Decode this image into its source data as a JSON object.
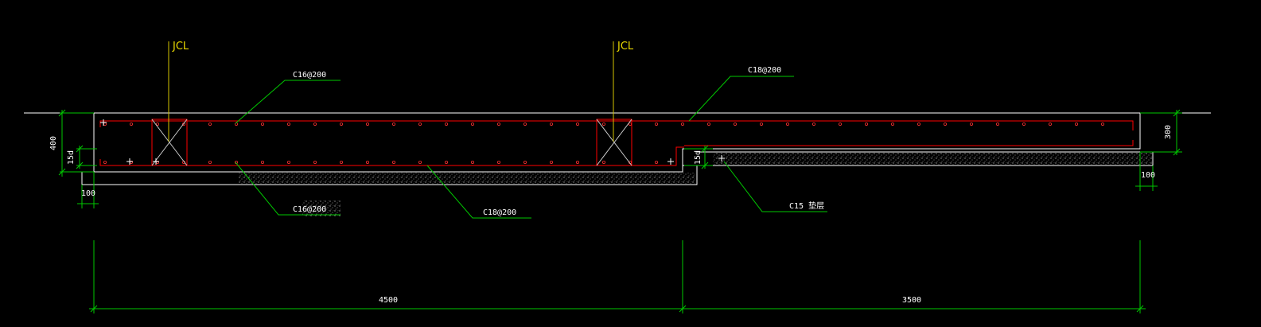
{
  "colors": {
    "background": "#000000",
    "outline": "#ffffff",
    "rebar": "#ff0000",
    "leader": "#00c800",
    "axis_marker": "#d4c400",
    "text": "#ffffff",
    "marker_text": "#e8d800",
    "gravel": "#8a8a8a"
  },
  "axis_markers": [
    {
      "label": "JCL"
    },
    {
      "label": "JCL"
    }
  ],
  "rebar_labels": {
    "left_top": "C16@200",
    "left_bottom": "C16@200",
    "bottom_mid": "C18@200",
    "right_top": "C18@200",
    "cushion": "C15  垫层"
  },
  "dims": {
    "left_height": "400",
    "right_height": "300",
    "left_anchor": "15d",
    "mid_anchor": "15d",
    "left_offset": "100",
    "right_offset": "100",
    "span_left": "4500",
    "span_right": "3500"
  }
}
